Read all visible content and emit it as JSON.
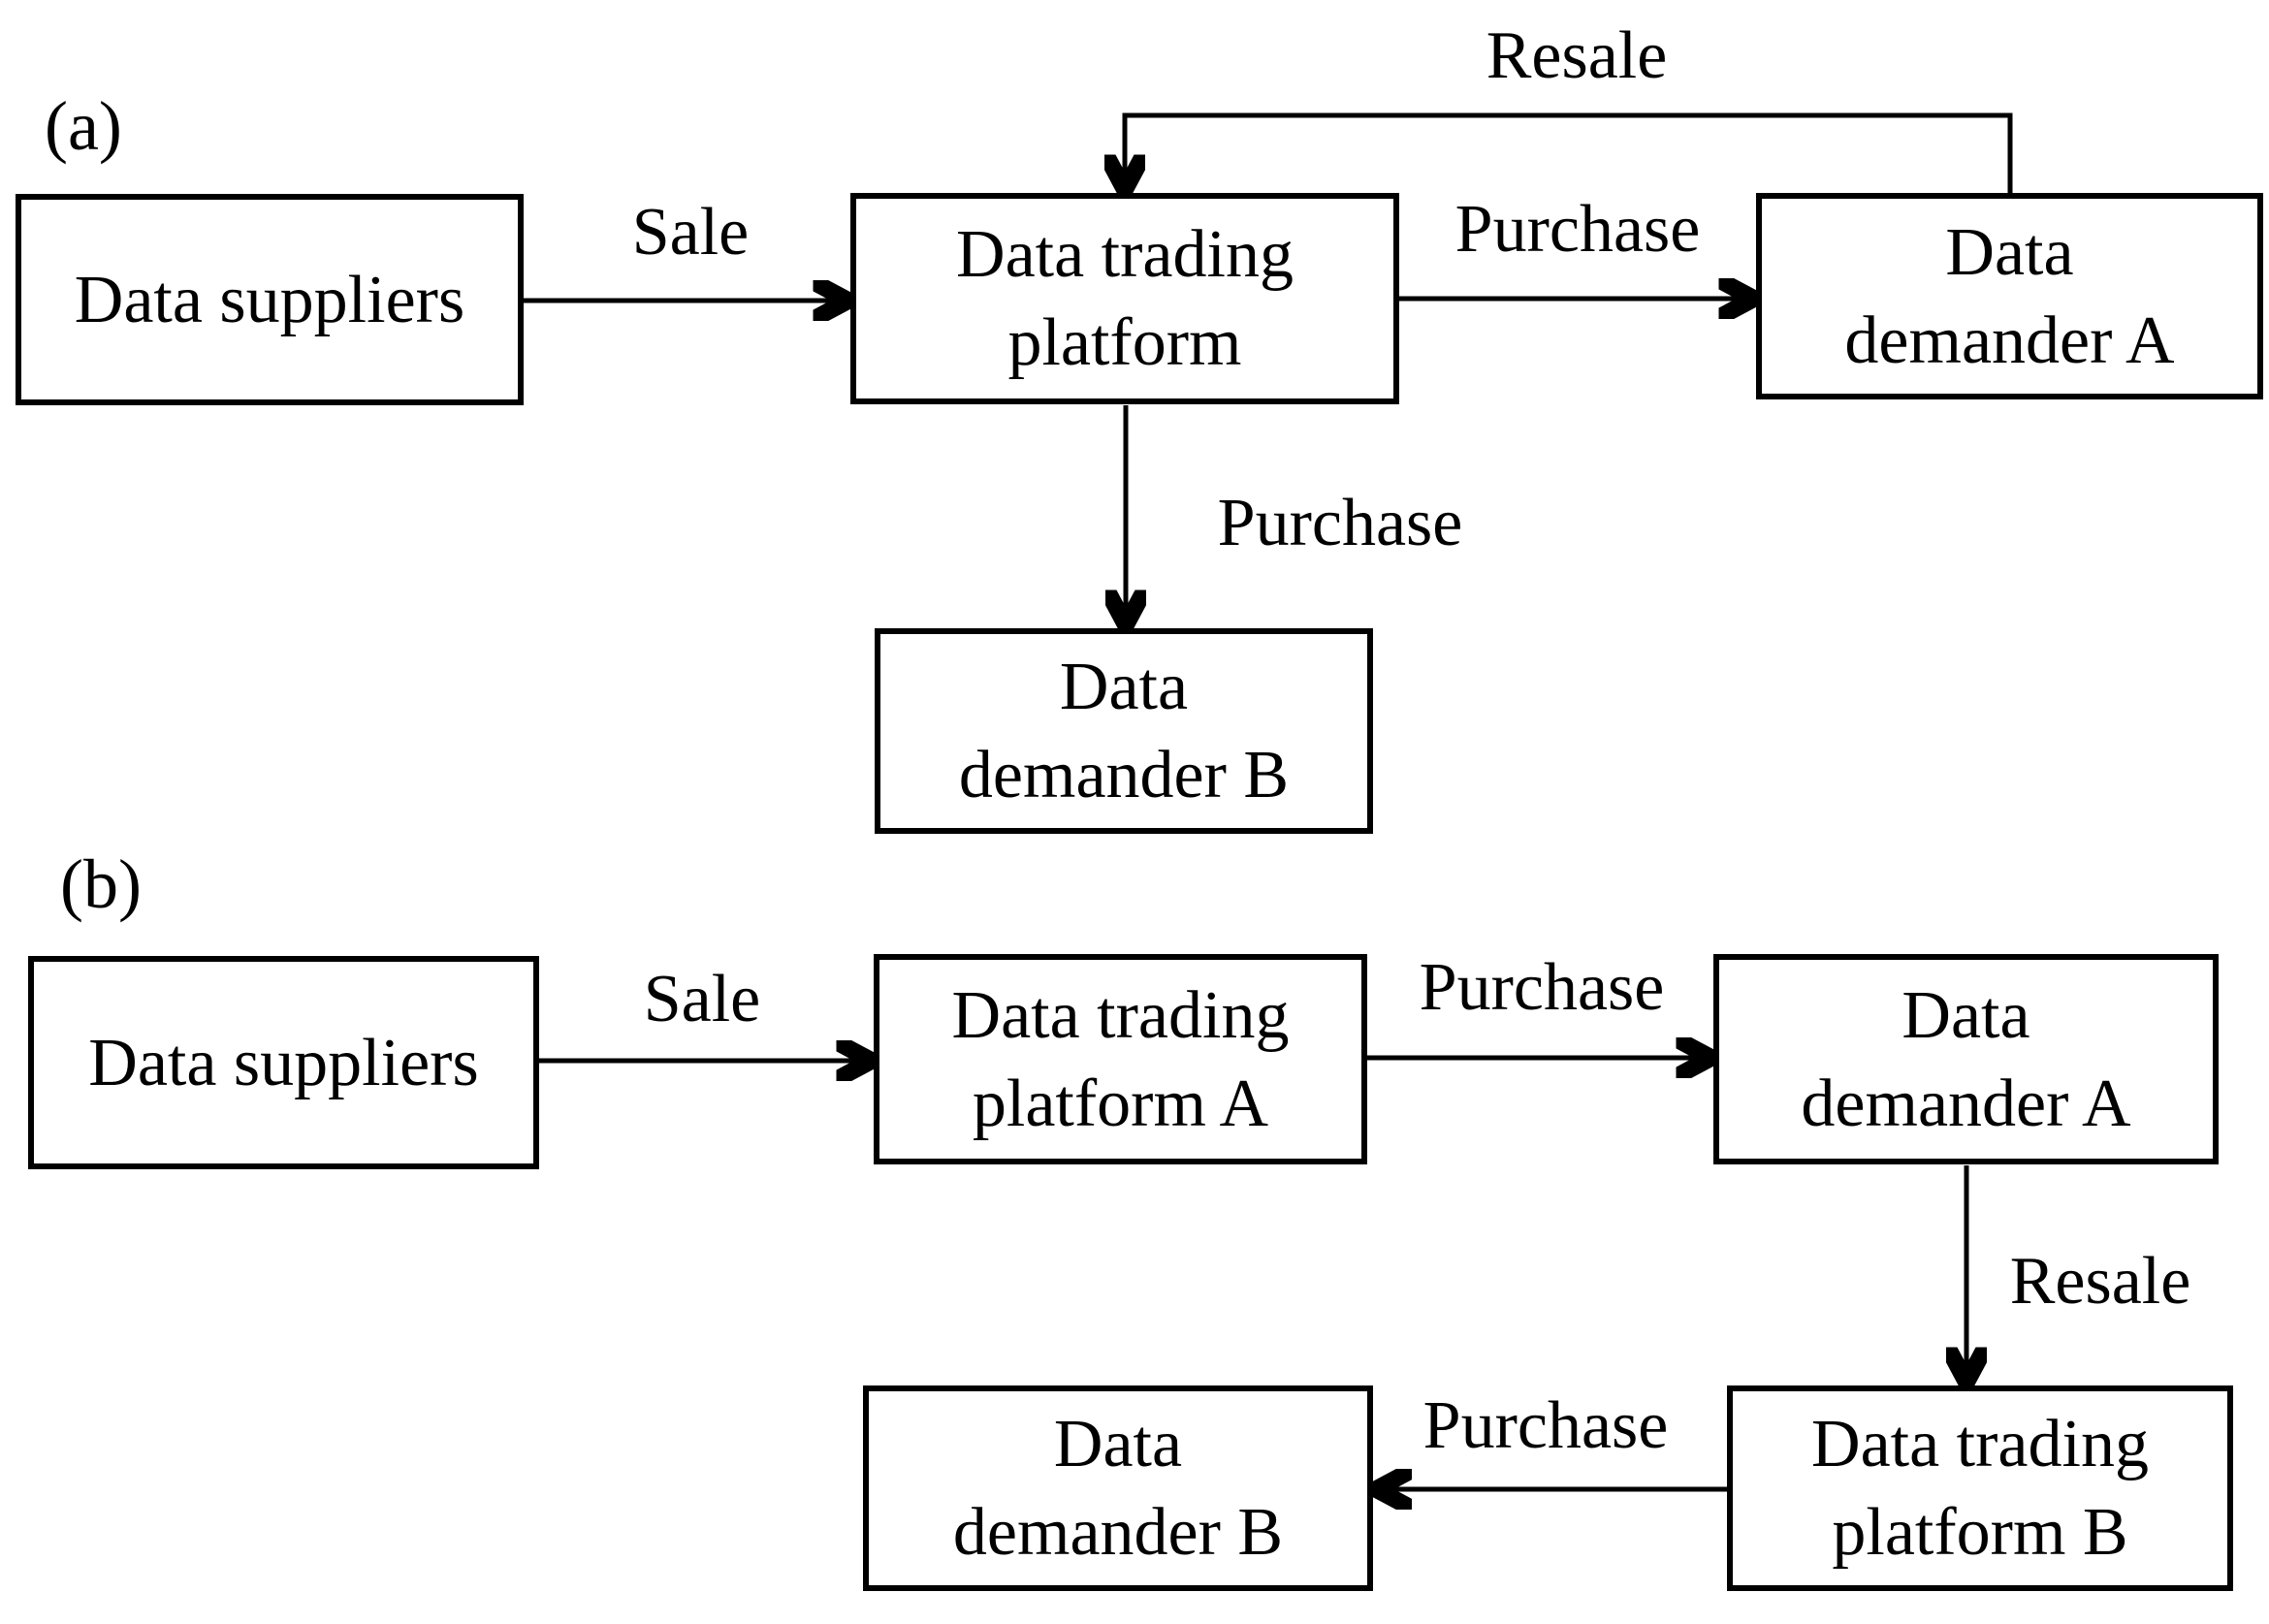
{
  "figure": {
    "colors": {
      "background": "#ffffff",
      "stroke": "#000000",
      "text": "#000000"
    },
    "panel_a": {
      "label": "(a)",
      "nodes": {
        "suppliers": {
          "label": "Data suppliers"
        },
        "platform": {
          "label": "Data trading\nplatform"
        },
        "demander_a": {
          "label": "Data\ndemander A"
        },
        "demander_b": {
          "label": "Data\ndemander B"
        }
      },
      "edges": {
        "sale": {
          "label": "Sale"
        },
        "purchase_to_a": {
          "label": "Purchase"
        },
        "resale": {
          "label": "Resale"
        },
        "purchase_to_b": {
          "label": "Purchase"
        }
      }
    },
    "panel_b": {
      "label": "(b)",
      "nodes": {
        "suppliers": {
          "label": "Data suppliers"
        },
        "platform_a": {
          "label": "Data trading\nplatform A"
        },
        "demander_a": {
          "label": "Data\ndemander A"
        },
        "platform_b": {
          "label": "Data trading\nplatform B"
        },
        "demander_b": {
          "label": "Data\ndemander B"
        }
      },
      "edges": {
        "sale": {
          "label": "Sale"
        },
        "purchase_to_a": {
          "label": "Purchase"
        },
        "resale": {
          "label": "Resale"
        },
        "purchase_to_b": {
          "label": "Purchase"
        }
      }
    }
  }
}
